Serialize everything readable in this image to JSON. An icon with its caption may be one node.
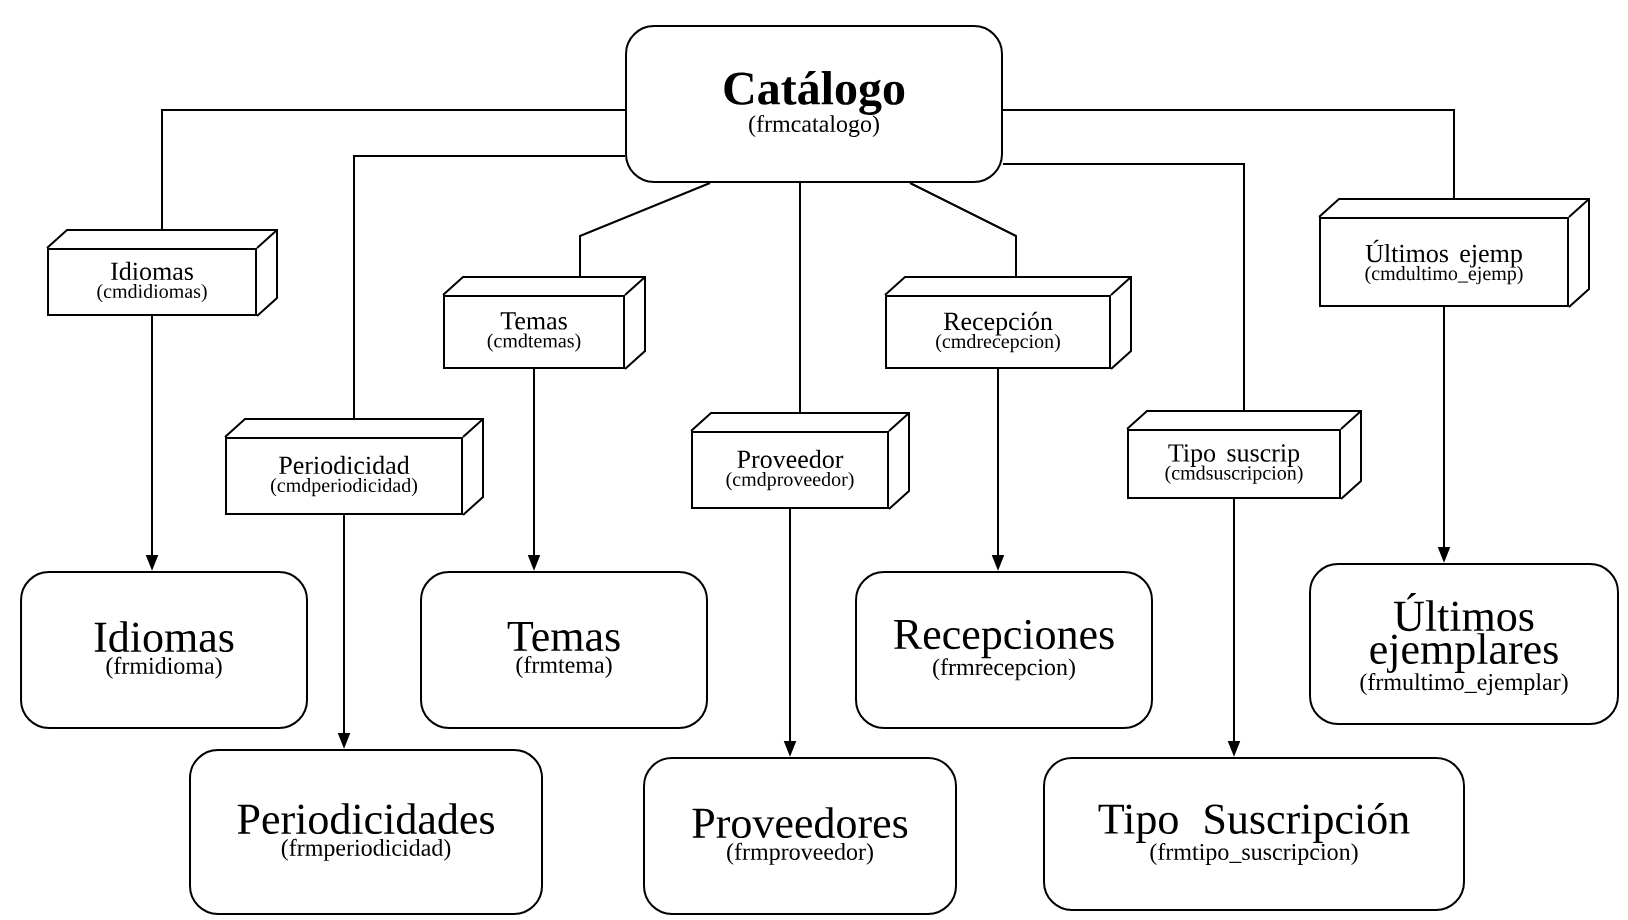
{
  "diagram": {
    "nodes": [
      {
        "text": [
          "Catálogo",
          "(frmcatalogo)"
        ]
      },
      {
        "text": [
          "Idiomas",
          "(cmdidiomas)"
        ]
      },
      {
        "text": [
          "Temas",
          "(cmdtemas)"
        ]
      },
      {
        "text": [
          "Recepción",
          "(cmdrecepcion)"
        ]
      },
      {
        "text": [
          "Últimos ejemp",
          "(cmdultimo_ejemp)"
        ]
      },
      {
        "text": [
          "Periodicidad",
          "(cmdperiodicidad)"
        ]
      },
      {
        "text": [
          "Proveedor",
          "(cmdproveedor)"
        ]
      },
      {
        "text": [
          "Tipo suscrip",
          "(cmdsuscripcion)"
        ]
      },
      {
        "text": [
          "Idiomas",
          "(frmidioma)"
        ]
      },
      {
        "text": [
          "Temas",
          "(frmtema)"
        ]
      },
      {
        "text": [
          "Recepciones",
          "(frmrecepcion)"
        ]
      },
      {
        "text": [
          "Últimos ejemplares",
          "(frmultimo_ejemplar)"
        ]
      },
      {
        "text": [
          "Periodicidades",
          "(frmperiodicidad)"
        ]
      },
      {
        "text": [
          "Proveedores",
          "(frmproveedor)"
        ]
      },
      {
        "text": [
          "Tipo Suscripción",
          "(frmtipo_suscripcion)"
        ]
      }
    ],
    "edges": [
      {
        "from": 0,
        "to": 1,
        "arrow": "none"
      },
      {
        "from": 0,
        "to": 5,
        "arrow": "none"
      },
      {
        "from": 0,
        "to": 2,
        "arrow": "none"
      },
      {
        "from": 0,
        "to": 6,
        "arrow": "none"
      },
      {
        "from": 0,
        "to": 3,
        "arrow": "none"
      },
      {
        "from": 0,
        "to": 7,
        "arrow": "none"
      },
      {
        "from": 0,
        "to": 4,
        "arrow": "none"
      },
      {
        "from": 1,
        "to": 8,
        "arrow": "to"
      },
      {
        "from": 2,
        "to": 9,
        "arrow": "to"
      },
      {
        "from": 3,
        "to": 10,
        "arrow": "to"
      },
      {
        "from": 4,
        "to": 11,
        "arrow": "to"
      },
      {
        "from": 5,
        "to": 12,
        "arrow": "to"
      },
      {
        "from": 6,
        "to": 13,
        "arrow": "to"
      },
      {
        "from": 7,
        "to": 14,
        "arrow": "to"
      }
    ]
  }
}
